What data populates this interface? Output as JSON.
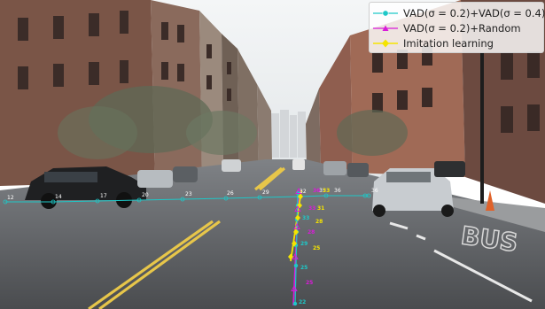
{
  "legend": {
    "items": [
      {
        "label": "VAD(σ = 0.2)+VAD(σ = 0.4)",
        "color": "#1ec8c8",
        "marker": "circle"
      },
      {
        "label": "VAD(σ = 0.2)+Random",
        "color": "#d81bd8",
        "marker": "triangle"
      },
      {
        "label": "Imitation learning",
        "color": "#f5e400",
        "marker": "diamond"
      }
    ]
  },
  "track_labels": {
    "cyan_horizontal": [
      "12",
      "14",
      "17",
      "20",
      "23",
      "26",
      "29",
      "32",
      "35",
      "36",
      "36"
    ],
    "cyan_vertical": [
      "33",
      "29",
      "25",
      "22"
    ],
    "magenta": [
      "36",
      "33",
      "28",
      "25"
    ],
    "yellow": [
      "33",
      "31",
      "28",
      "25"
    ]
  },
  "scene_text": {
    "road_marking": "BUS"
  }
}
